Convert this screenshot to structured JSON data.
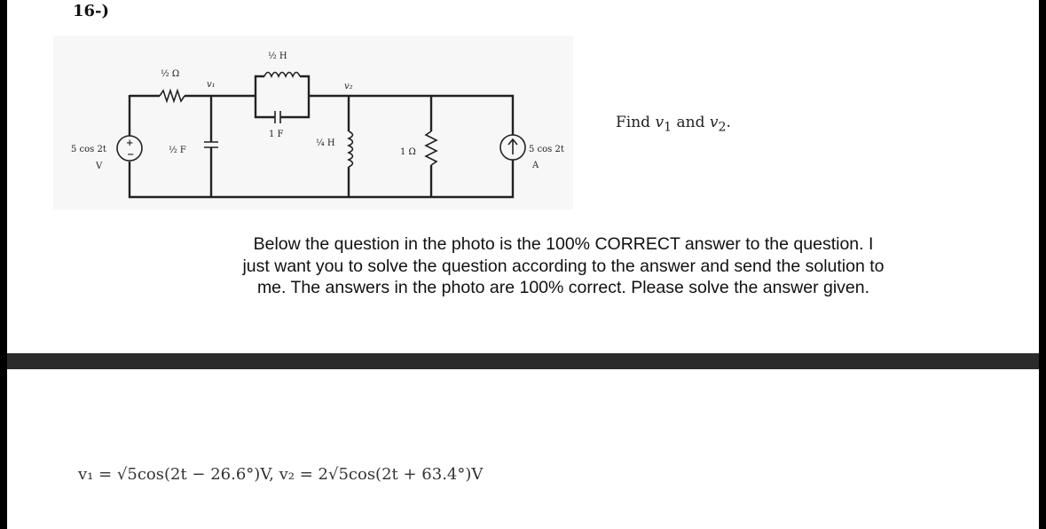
{
  "problem": {
    "number": "16-)",
    "prompt_prefix": "Find ",
    "prompt_v1": "v",
    "prompt_sub1": "1",
    "prompt_and": " and ",
    "prompt_v2": "v",
    "prompt_sub2": "2",
    "prompt_end": "."
  },
  "circuit": {
    "resistor_half_ohm": "½ Ω",
    "inductor_half_h": "½ H",
    "node_v1": "v₁",
    "node_v2": "v₂",
    "capacitor_1f": "1 F",
    "capacitor_half_f": "½ F",
    "inductor_quarter_h": "¼ H",
    "resistor_1_ohm": "1 Ω",
    "voltage_source_value": "5 cos 2t",
    "voltage_source_unit": "V",
    "current_source_value": "5 cos 2t",
    "current_source_unit": "A"
  },
  "instruction_text": "Below the question in the photo is the 100% CORRECT answer to the question. I just want you to solve the question according to the answer and send the solution to me. The answers in the photo are 100% correct. Please solve the answer given.",
  "answer_text": "v₁ = √5cos(2t − 26.6°)V, v₂ = 2√5cos(2t + 63.4°)V"
}
